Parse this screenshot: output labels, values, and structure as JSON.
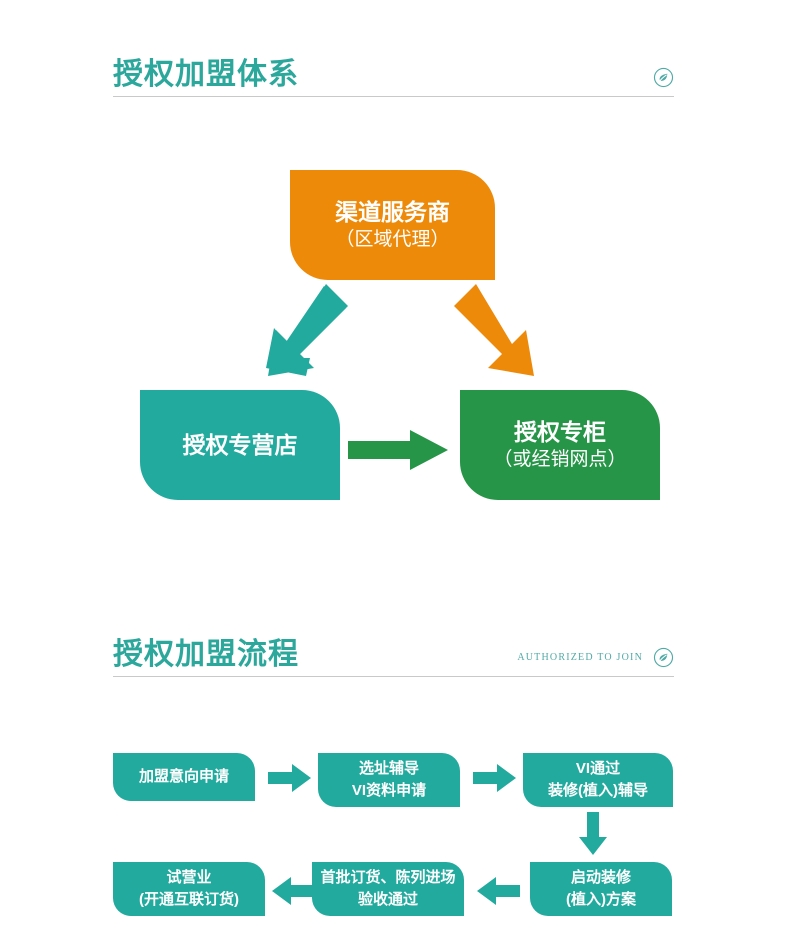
{
  "sections": [
    {
      "id": "franchise-system",
      "title": "授权加盟体系",
      "english": "",
      "icon": "leaf-badge-icon"
    },
    {
      "id": "franchise-process",
      "title": "授权加盟流程",
      "english": "AUTHORIZED TO JOIN",
      "icon": "leaf-badge-icon"
    }
  ],
  "diagram": {
    "nodes": [
      {
        "id": "channel",
        "line1": "渠道服务商",
        "line2": "（区域代理）",
        "color": "#ED8A0A"
      },
      {
        "id": "store",
        "line1": "授权专营店",
        "line2": "",
        "color": "#23AA9E"
      },
      {
        "id": "counter",
        "line1": "授权专柜",
        "line2": "（或经销网点）",
        "color": "#269547"
      }
    ],
    "arrows": [
      {
        "id": "channel-to-store",
        "direction": "down-left",
        "color": "#23AA9E"
      },
      {
        "id": "channel-to-counter",
        "direction": "down-right",
        "color": "#ED8A0A"
      },
      {
        "id": "store-to-counter",
        "direction": "right",
        "color": "#269547"
      }
    ]
  },
  "flow": {
    "steps": [
      {
        "id": "step-1",
        "line1": "加盟意向申请",
        "line2": ""
      },
      {
        "id": "step-2",
        "line1": "选址辅导",
        "line2": "VI资料申请"
      },
      {
        "id": "step-3",
        "line1": "VI通过",
        "line2": "装修(植入)辅导"
      },
      {
        "id": "step-4",
        "line1": "启动装修",
        "line2": "(植入)方案"
      },
      {
        "id": "step-5",
        "line1": "首批订货、陈列进场",
        "line2": "验收通过"
      },
      {
        "id": "step-6",
        "line1": "试营业",
        "line2": "(开通互联订货)"
      }
    ],
    "arrows": [
      {
        "id": "flow-arrow-1",
        "direction": "right"
      },
      {
        "id": "flow-arrow-2",
        "direction": "right"
      },
      {
        "id": "flow-arrow-down",
        "direction": "down"
      },
      {
        "id": "flow-arrow-3",
        "direction": "left"
      },
      {
        "id": "flow-arrow-4",
        "direction": "left"
      }
    ],
    "color": "#23AA9E"
  },
  "colors": {
    "teal": "#23AA9E",
    "teal_heading": "#2CA79C",
    "orange": "#ED8A0A",
    "green": "#269547",
    "rule": "#c9c9c9",
    "white": "#ffffff"
  }
}
